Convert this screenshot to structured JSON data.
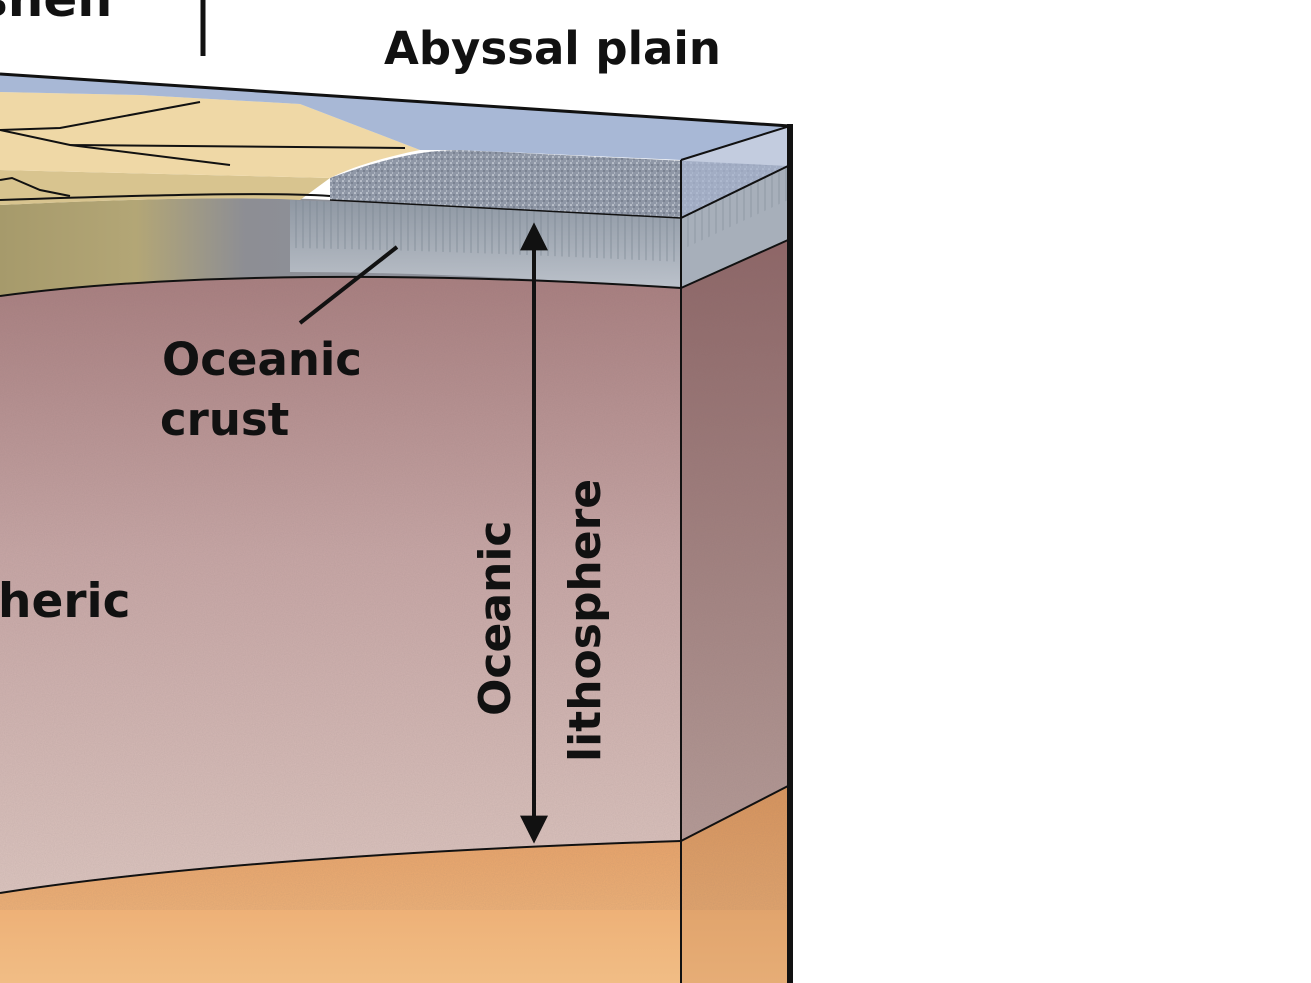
{
  "labels": {
    "shelf_partial": "shelf",
    "abyssal_plain": "Abyssal plain",
    "oceanic_crust_line1": "Oceanic",
    "oceanic_crust_line2": "crust",
    "continental_lithospheric_partial": "heric",
    "oceanic_lithosphere_line1": "Oceanic",
    "oceanic_lithosphere_line2": "lithosphere"
  },
  "colors": {
    "ocean_water": "#9fb0d2",
    "sediment_continental": "#efd8a6",
    "sediment_deep": "#a59a6a",
    "abyssal_sediment": "#8f97a6",
    "crust_band": "#b8bfc9",
    "lithosphere": "#c59e9b",
    "asthenosphere": "#ecae73",
    "outline": "#111111"
  }
}
